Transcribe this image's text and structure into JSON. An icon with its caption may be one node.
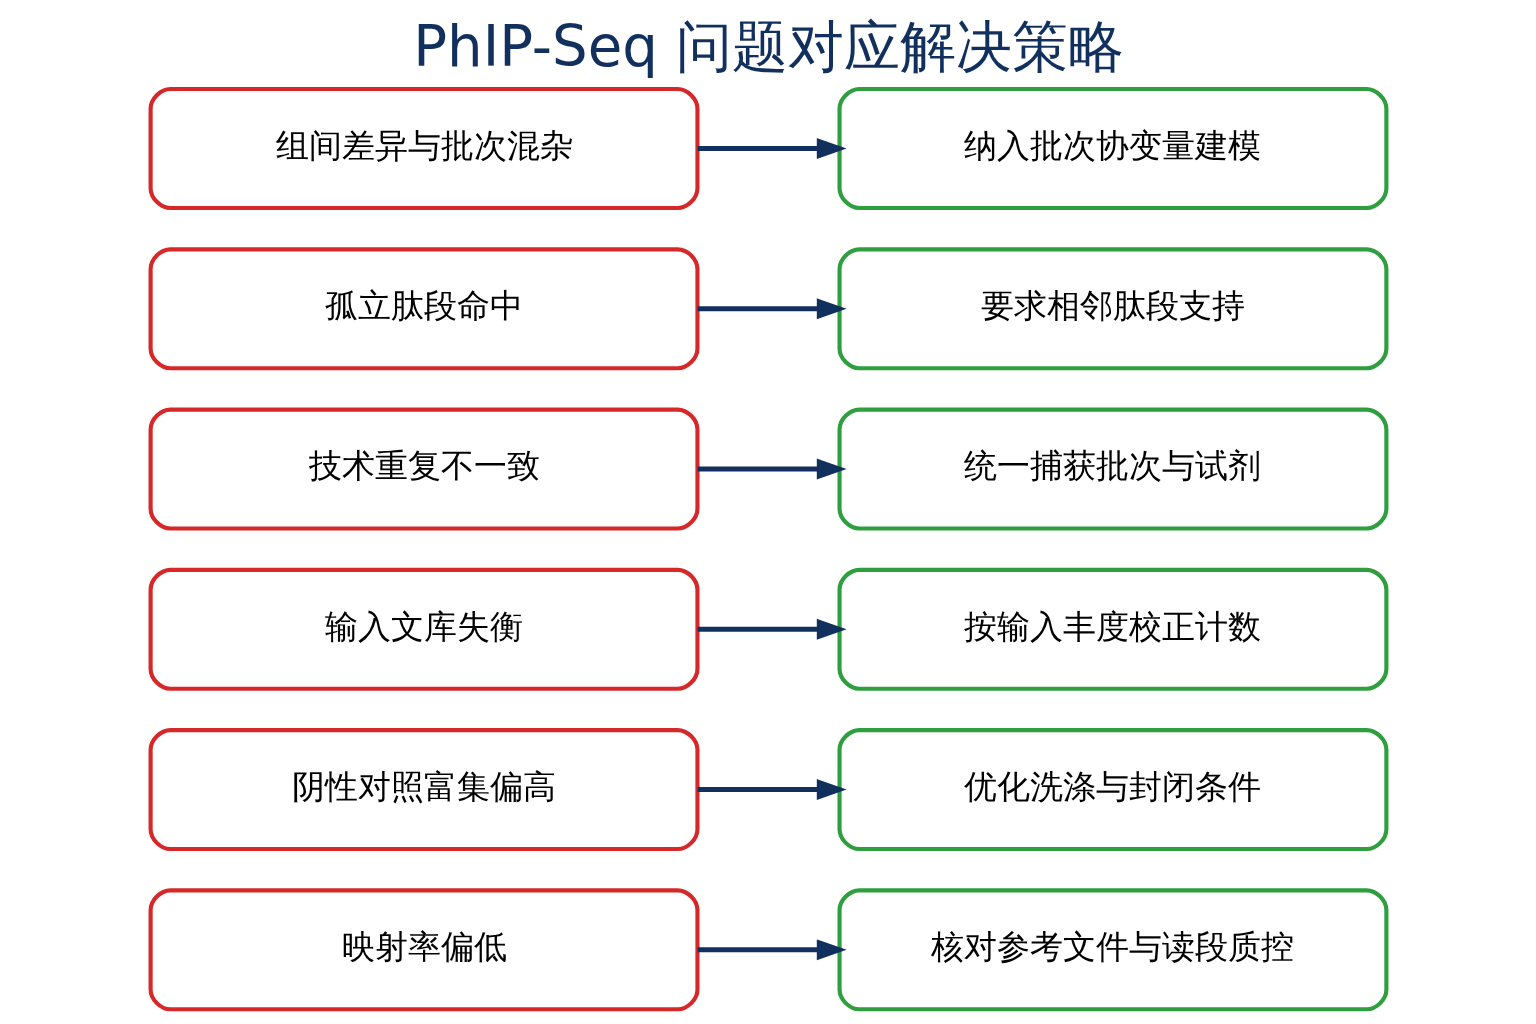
{
  "diagram": {
    "title": "PhIP-Seq 问题对应解决策略",
    "nodes": [
      {
        "text": [
          "映射率偏低"
        ]
      },
      {
        "text": [
          "核对参考文件与读段质控"
        ]
      },
      {
        "text": [
          "阴性对照富集偏高"
        ]
      },
      {
        "text": [
          "优化洗涤与封闭条件"
        ]
      },
      {
        "text": [
          "输入文库失衡"
        ]
      },
      {
        "text": [
          "按输入丰度校正计数"
        ]
      },
      {
        "text": [
          "技术重复不一致"
        ]
      },
      {
        "text": [
          "统一捕获批次与试剂"
        ]
      },
      {
        "text": [
          "孤立肽段命中"
        ]
      },
      {
        "text": [
          "要求相邻肽段支持"
        ]
      },
      {
        "text": [
          "组间差异与批次混杂"
        ]
      },
      {
        "text": [
          "纳入批次协变量建模"
        ]
      }
    ],
    "edges": [
      {
        "from": 0,
        "to": 1,
        "arrow": "to"
      },
      {
        "from": 2,
        "to": 3,
        "arrow": "to"
      },
      {
        "from": 4,
        "to": 5,
        "arrow": "to"
      },
      {
        "from": 6,
        "to": 7,
        "arrow": "to"
      },
      {
        "from": 8,
        "to": 9,
        "arrow": "to"
      },
      {
        "from": 10,
        "to": 11,
        "arrow": "to"
      }
    ]
  }
}
